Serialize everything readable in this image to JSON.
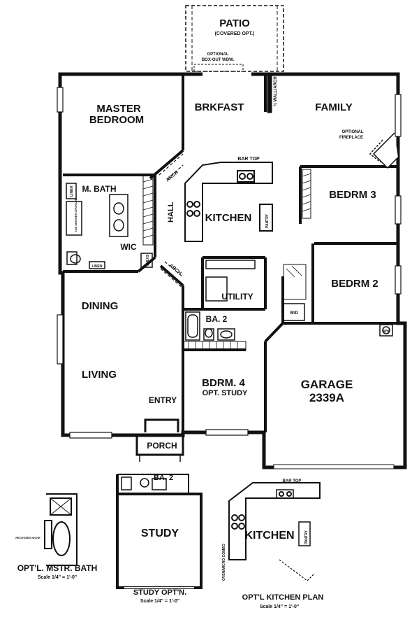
{
  "rooms": {
    "patio": "PATIO",
    "patio_note": "(COVERED OPT.)",
    "boxout": "OPTIONAL",
    "boxout2": "BOX-OUT WDW.",
    "master_line1": "MASTER",
    "master_line2": "BEDROOM",
    "brkfast": "BRKFAST",
    "family": "FAMILY",
    "fireplace1": "OPTIONAL",
    "fireplace2": "FIREPLACE",
    "wall_arch": "½ WALL/ARCH",
    "bar_top": "BAR TOP",
    "kitchen": "KITCHEN",
    "pantry": "PANTRY",
    "hall": "HALL",
    "arch1": "ARCH",
    "arch2": "ARCH",
    "mbath": "M. BATH",
    "linen1": "LINEN",
    "linen2": "LINEN",
    "tub": "TUB SHOWER UPGRADE",
    "wic": "WIC",
    "shelves": "SHLVS",
    "bedrm3": "BEDRM 3",
    "bedrm2": "BEDRM 2",
    "utility": "UTILITY",
    "ba2": "BA. 2",
    "wh": "WH",
    "wd": "W/D",
    "dining": "DINING",
    "living": "LIVING",
    "entry": "ENTRY",
    "porch": "PORCH",
    "bdrm4": "BDRM. 4",
    "bdrm4_note": "OPT. STUDY",
    "garage": "GARAGE",
    "plan_no": "2339A"
  },
  "insets": {
    "recessed": "RECESSED NICHE",
    "mstr_title": "OPT'L. MSTR. BATH",
    "mstr_scale": "Scale 1/4\" = 1'-0\"",
    "study_ba2": "BA. 2",
    "study": "STUDY",
    "study_title": "STUDY OPT'N.",
    "study_scale": "Scale 1/4\" = 1'-0\"",
    "k_bar_top": "BAR TOP",
    "k_kitchen": "KITCHEN",
    "k_pantry": "PANTRY",
    "k_oven": "OVEN/MICRO COMBO",
    "k_title": "OPT'L KITCHEN PLAN",
    "k_scale": "Scale 1/4\" = 1'-0\""
  },
  "colors": {
    "ink": "#111111",
    "paper": "#ffffff"
  }
}
